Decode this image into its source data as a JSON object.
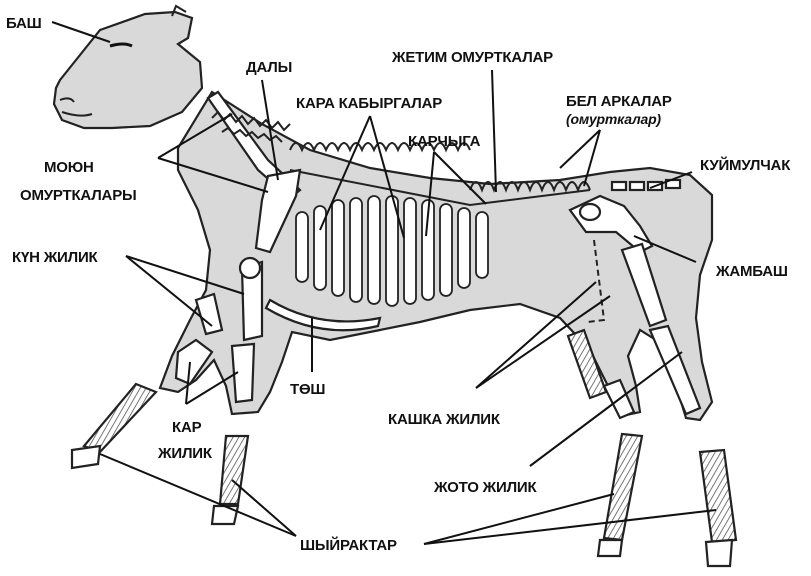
{
  "labels": {
    "head": "БАШ",
    "shoulder": "ДАЛЫ",
    "false_ribs": "КАРА КАБЫРГАЛАР",
    "thoracic": "ЖЕТИМ ОМУРТКАЛАР",
    "lumbar_line1": "БЕЛ АРКАЛАР",
    "lumbar_line2": "(омурткалар)",
    "ribs": "КАРЧЫГА",
    "tail": "КУЙМУЛЧАК",
    "neck_line1": "МОЮН",
    "neck_line2": "ОМУРТКАЛАРЫ",
    "humerus": "КҮН ЖИЛИК",
    "pelvis": "ЖАМБАШ",
    "sternum": "ТӨШ",
    "radius_line1": "КАР",
    "radius_line2": "ЖИЛИК",
    "femur": "КАШКА ЖИЛИК",
    "tibia": "ЖОТО ЖИЛИК",
    "metapodials": "ШЫЙРАКТАР"
  }
}
